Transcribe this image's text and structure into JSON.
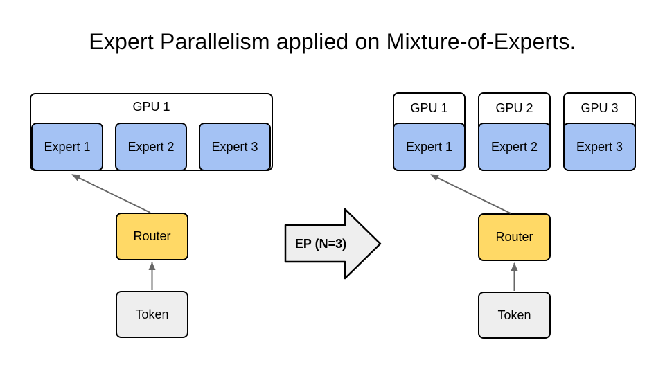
{
  "title": "Expert Parallelism applied on Mixture-of-Experts.",
  "left": {
    "gpu_label": "GPU 1",
    "experts": [
      "Expert 1",
      "Expert 2",
      "Expert 3"
    ],
    "router_label": "Router",
    "token_label": "Token"
  },
  "transition": {
    "label": "EP (N=3)"
  },
  "right": {
    "gpus": [
      {
        "label": "GPU 1",
        "expert": "Expert 1"
      },
      {
        "label": "GPU 2",
        "expert": "Expert 2"
      },
      {
        "label": "GPU 3",
        "expert": "Expert 3"
      }
    ],
    "router_label": "Router",
    "token_label": "Token"
  },
  "colors": {
    "expert_fill": "#a4c2f4",
    "router_fill": "#ffd966",
    "token_fill": "#eeeeee",
    "gpu_fill": "#ffffff",
    "box_border": "#000000",
    "connector_gray": "#666666",
    "ep_arrow_fill": "#eeeeee",
    "background": "#ffffff"
  }
}
